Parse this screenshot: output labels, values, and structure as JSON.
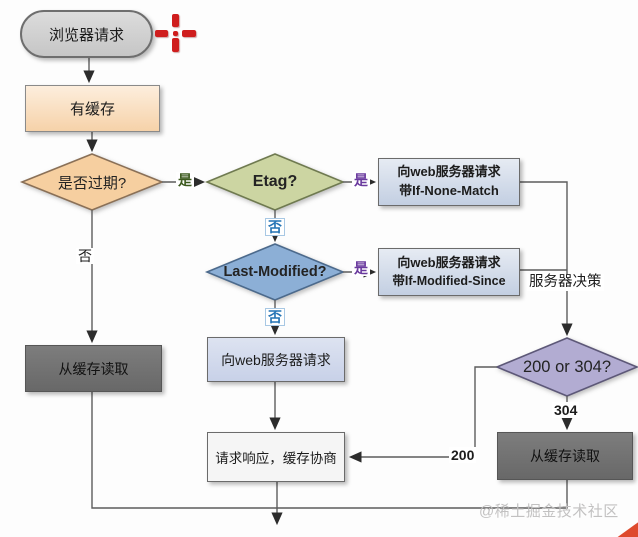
{
  "diagram": {
    "title": "browser-cache-flowchart",
    "nodes": {
      "start": {
        "label": "浏览器请求"
      },
      "has_cache": {
        "label": "有缓存"
      },
      "expired": {
        "label": "是否过期?"
      },
      "etag": {
        "label": "Etag?"
      },
      "if_none_match": {
        "line1": "向web服务器请求",
        "line2": "带If-None-Match"
      },
      "last_modified": {
        "label": "Last-Modified?"
      },
      "if_modified_since": {
        "line1": "向web服务器请求",
        "line2": "带If-Modified-Since"
      },
      "status": {
        "label": "200 or 304?"
      },
      "read_cache_left": {
        "label": "从缓存读取"
      },
      "request_web": {
        "label": "向web服务器请求"
      },
      "response": {
        "label": "请求响应，缓存协商"
      },
      "read_cache_right": {
        "label": "从缓存读取"
      }
    },
    "edge_labels": {
      "expired_yes": "是",
      "expired_no": "否",
      "etag_yes": "是",
      "etag_no": "否",
      "last_modified_yes": "是",
      "last_modified_no": "否",
      "server_decision": "服务器决策",
      "status_304": "304",
      "status_200": "200"
    },
    "colors": {
      "start_fill": "#d1d1d1",
      "has_cache_fill": "#f8dcb8",
      "expired_fill": "#f6cfa0",
      "etag_fill": "#ccd5a2",
      "last_modified_fill": "#8cafd6",
      "status_fill": "#b2acd2",
      "request_box_fill": "#cdd6e8",
      "dark_box_fill": "#707070",
      "response_fill": "#f5f5f5",
      "line": "#565656",
      "yes_green": "#3c5a1e",
      "yes_purple": "#6a3a9e",
      "no_blue": "#2574b5",
      "cursor_red": "#cf1d1d"
    }
  },
  "watermark": "@稀土掘金技术社区"
}
